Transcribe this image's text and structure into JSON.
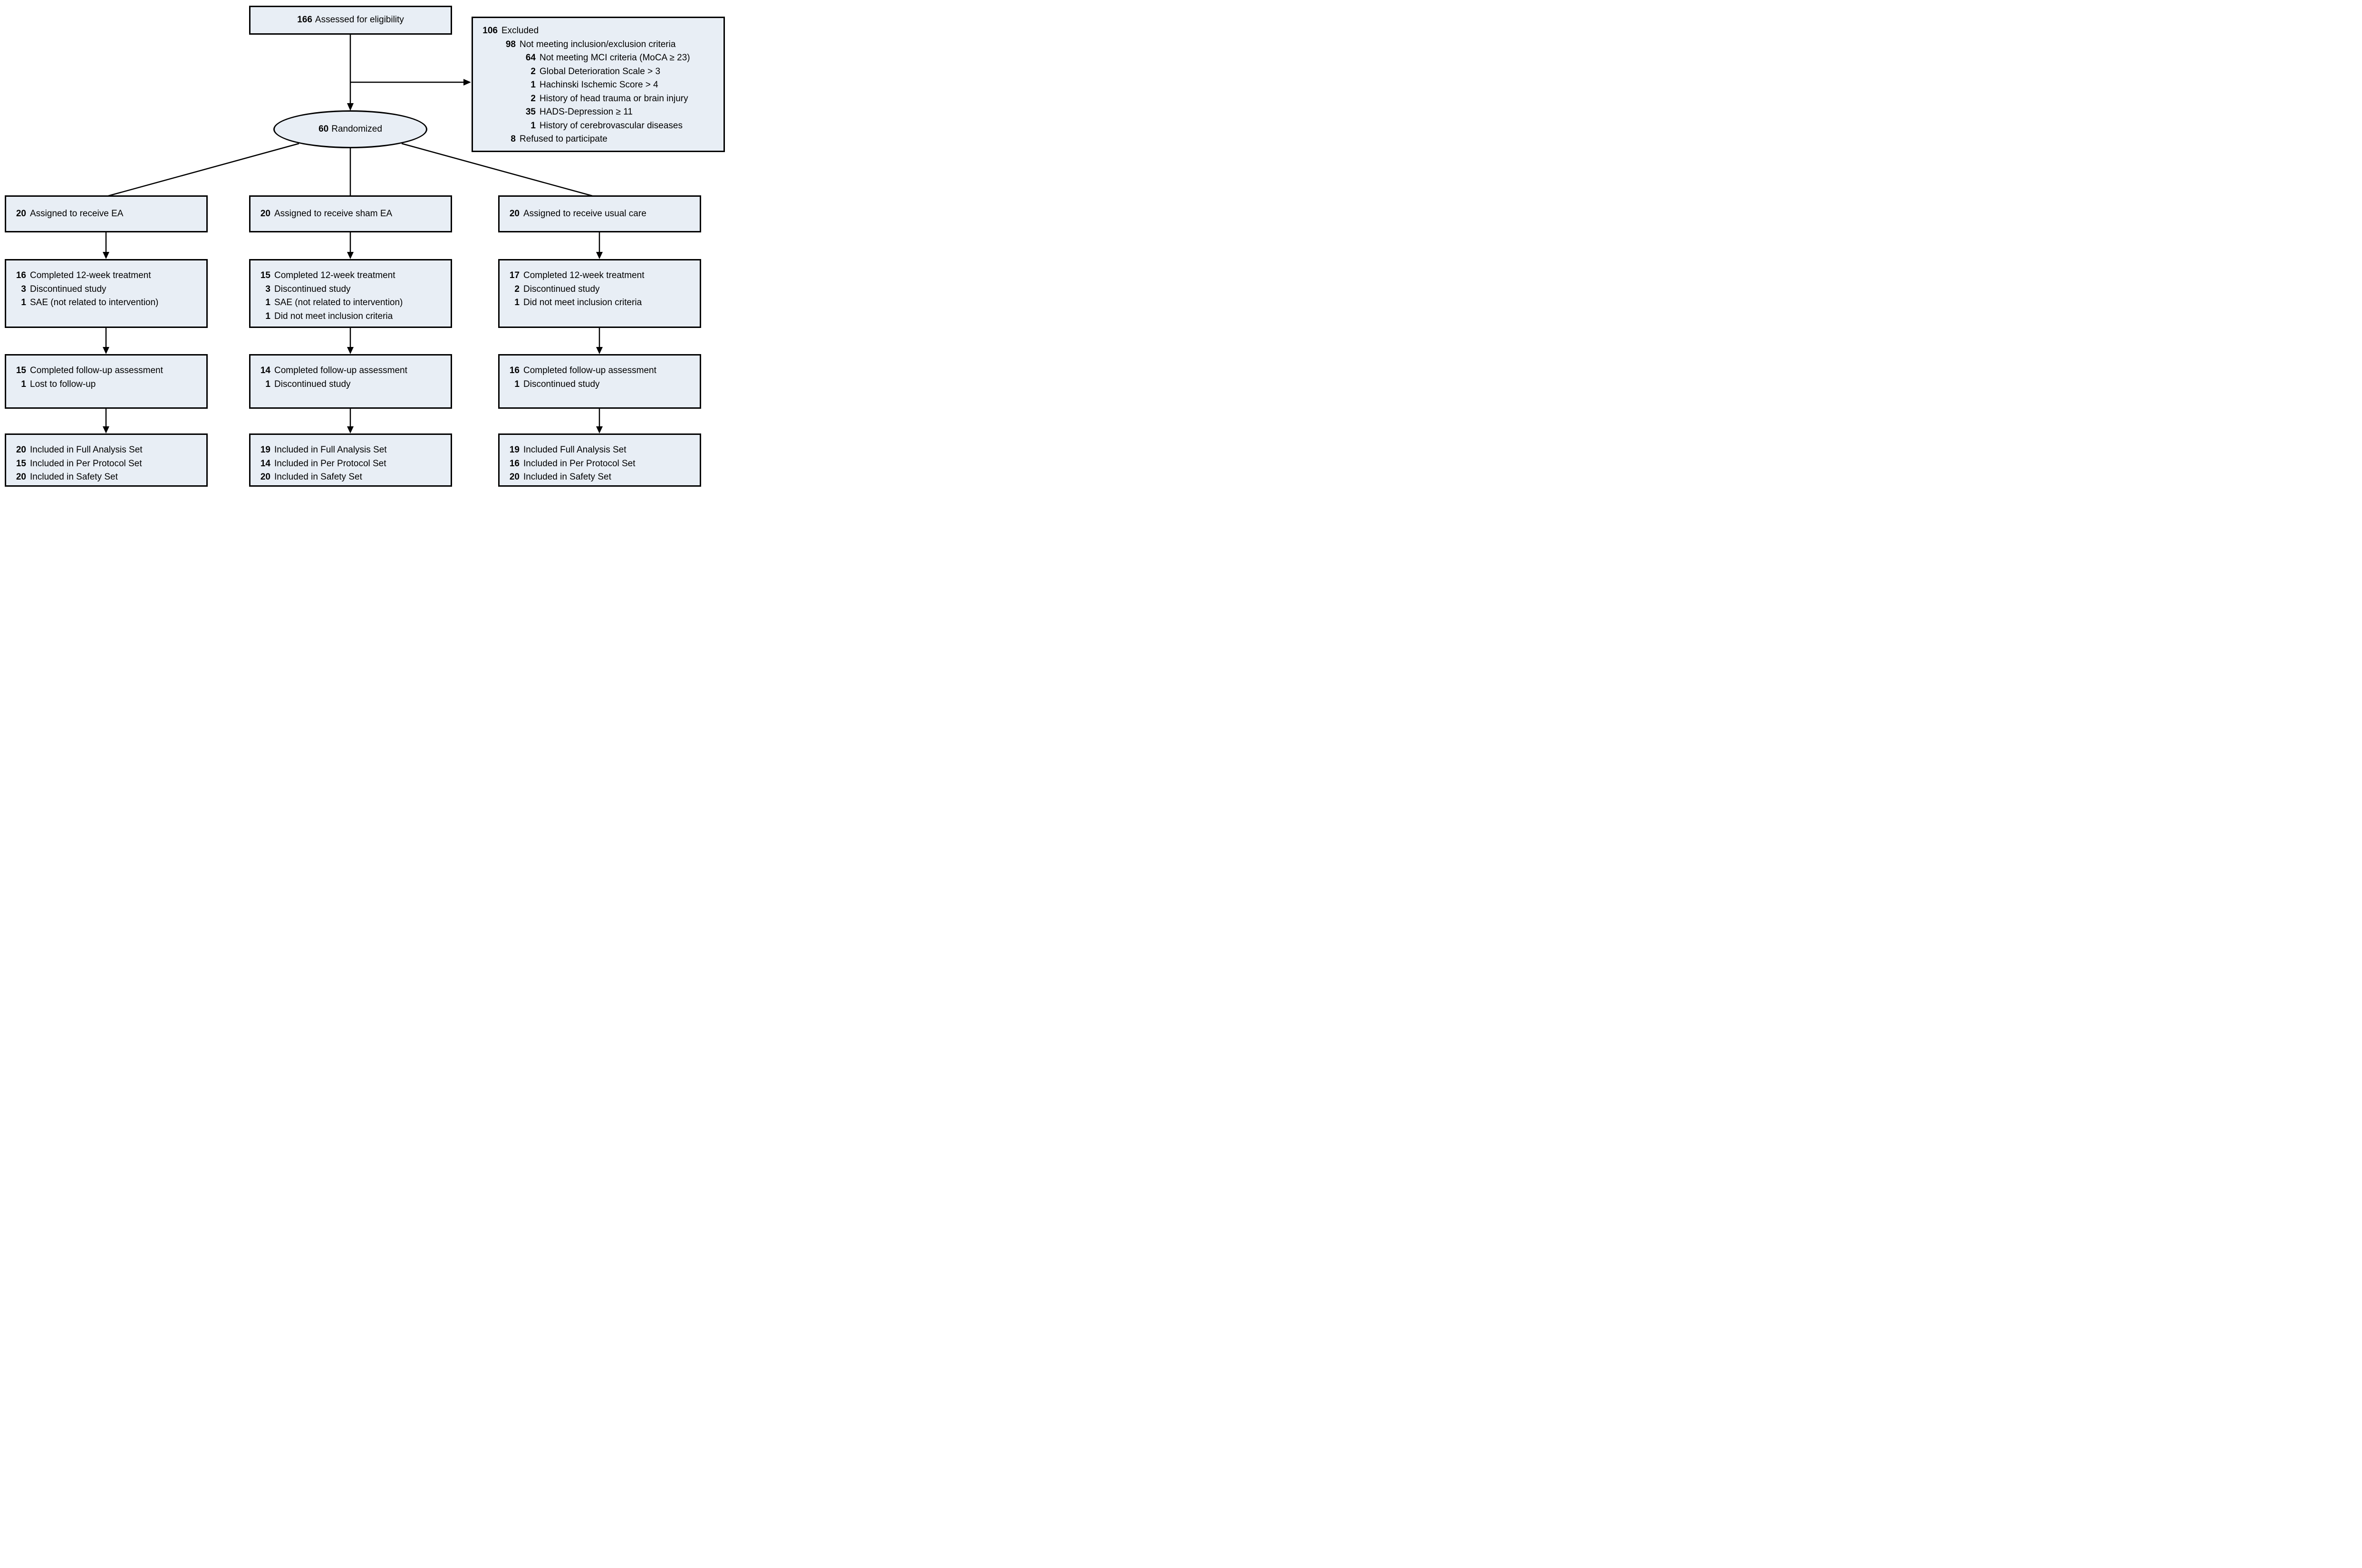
{
  "colors": {
    "box_fill": "#e8eef5",
    "box_border": "#000000",
    "connector": "#000000",
    "background": "#ffffff",
    "text": "#000000"
  },
  "eligibility": {
    "n": "166",
    "label": "Assessed for eligibility"
  },
  "excluded": {
    "rows": [
      {
        "n": "106",
        "label": "Excluded",
        "indent": 0
      },
      {
        "n": "98",
        "label": "Not meeting inclusion/exclusion criteria",
        "indent": 1
      },
      {
        "n": "64",
        "label": "Not meeting MCI criteria (MoCA ≥ 23)",
        "indent": 2
      },
      {
        "n": "2",
        "label": "Global Deterioration Scale > 3",
        "indent": 2
      },
      {
        "n": "1",
        "label": "Hachinski Ischemic Score > 4",
        "indent": 2
      },
      {
        "n": "2",
        "label": "History of head trauma or brain injury",
        "indent": 2
      },
      {
        "n": "35",
        "label": "HADS-Depression ≥ 11",
        "indent": 2
      },
      {
        "n": "1",
        "label": "History of cerebrovascular diseases",
        "indent": 2
      },
      {
        "n": "8",
        "label": "Refused to participate",
        "indent": 1
      }
    ]
  },
  "randomized": {
    "n": "60",
    "label": "Randomized"
  },
  "arms": [
    {
      "assigned": {
        "n": "20",
        "label": "Assigned to receive EA"
      },
      "treatment": {
        "rows": [
          {
            "n": "16",
            "label": "Completed 12-week treatment"
          },
          {
            "n": "3",
            "label": "Discontinued study"
          },
          {
            "n": "1",
            "label": "SAE (not related to intervention)"
          }
        ]
      },
      "followup": {
        "rows": [
          {
            "n": "15",
            "label": "Completed follow-up assessment"
          },
          {
            "n": "1",
            "label": "Lost to follow-up"
          }
        ]
      },
      "analysis": {
        "rows": [
          {
            "n": "20",
            "label": "Included in Full Analysis Set"
          },
          {
            "n": "15",
            "label": "Included in Per Protocol Set"
          },
          {
            "n": "20",
            "label": "Included in Safety Set"
          }
        ]
      }
    },
    {
      "assigned": {
        "n": "20",
        "label": "Assigned to receive sham EA"
      },
      "treatment": {
        "rows": [
          {
            "n": "15",
            "label": "Completed 12-week treatment"
          },
          {
            "n": "3",
            "label": "Discontinued study"
          },
          {
            "n": "1",
            "label": "SAE (not related to intervention)"
          },
          {
            "n": "1",
            "label": "Did not meet inclusion criteria"
          }
        ]
      },
      "followup": {
        "rows": [
          {
            "n": "14",
            "label": "Completed follow-up assessment"
          },
          {
            "n": "1",
            "label": "Discontinued study"
          }
        ]
      },
      "analysis": {
        "rows": [
          {
            "n": "19",
            "label": "Included in Full Analysis Set"
          },
          {
            "n": "14",
            "label": "Included in Per Protocol Set"
          },
          {
            "n": "20",
            "label": "Included in Safety Set"
          }
        ]
      }
    },
    {
      "assigned": {
        "n": "20",
        "label": "Assigned to receive usual care"
      },
      "treatment": {
        "rows": [
          {
            "n": "17",
            "label": "Completed 12-week treatment"
          },
          {
            "n": "2",
            "label": "Discontinued study"
          },
          {
            "n": "1",
            "label": "Did not meet inclusion criteria"
          }
        ]
      },
      "followup": {
        "rows": [
          {
            "n": "16",
            "label": "Completed follow-up assessment"
          },
          {
            "n": "1",
            "label": "Discontinued study"
          }
        ]
      },
      "analysis": {
        "rows": [
          {
            "n": "19",
            "label": "Included Full Analysis Set"
          },
          {
            "n": "16",
            "label": "Included in Per Protocol Set"
          },
          {
            "n": "20",
            "label": "Included in Safety Set"
          }
        ]
      }
    }
  ]
}
